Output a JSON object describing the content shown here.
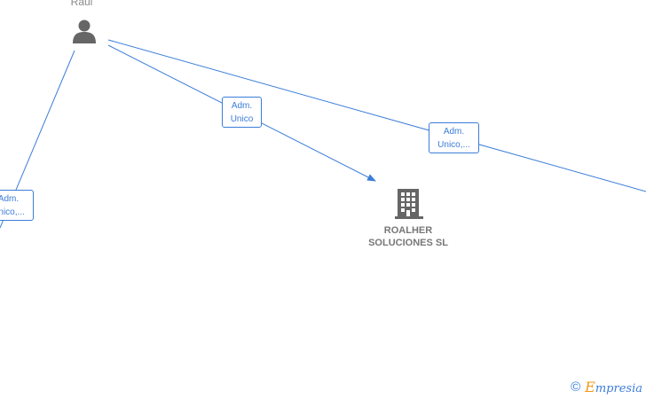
{
  "person": {
    "name": "Raul",
    "icon": "person-icon"
  },
  "company": {
    "line1": "ROALHER",
    "line2": "SOLUCIONES SL",
    "icon": "building-icon"
  },
  "edges": [
    {
      "label_line1": "Adm.",
      "label_line2": "Unico"
    },
    {
      "label_line1": "Adm.",
      "label_line2": "Unico,..."
    },
    {
      "label_line1": "Adm.",
      "label_line2": "Unico,..."
    }
  ],
  "footer": {
    "copyright_symbol": "©",
    "brand_initial": "E",
    "brand_rest": "mpresia"
  },
  "colors": {
    "edge": "#3b7dd8",
    "node": "#666666",
    "text": "#777777",
    "brand_accent": "#f09a1a"
  }
}
